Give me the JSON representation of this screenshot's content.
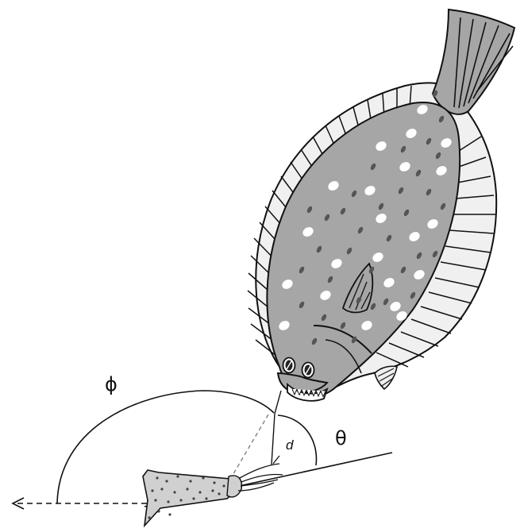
{
  "labels": {
    "phi": "ϕ",
    "theta": "θ",
    "d": "d"
  },
  "colors": {
    "fish_body": "#a6a6a6",
    "fish_fin": "#eeeeee",
    "fish_spot_dark": "#555555",
    "fish_spot_light": "#ffffff",
    "squid_body": "#cfcfcf",
    "line": "#111111",
    "dashed_line": "#888888"
  }
}
